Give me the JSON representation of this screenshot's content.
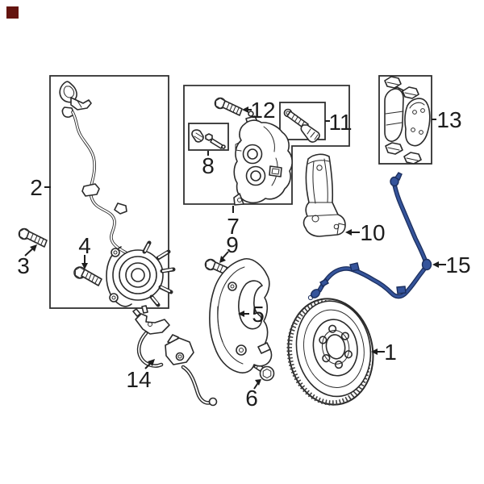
{
  "diagram": {
    "type": "exploded-parts-diagram",
    "subject": "front-disc-brake-components",
    "background_color": "#ffffff",
    "line_color": "#2a2a2a",
    "accent_wire_color": "#35549b",
    "wire_outline_color": "#1c2f5e",
    "corner_marker_color": "#64140f",
    "callouts": {
      "c1": "1",
      "c2": "2",
      "c3": "3",
      "c4": "4",
      "c5": "5",
      "c6": "6",
      "c7": "7",
      "c8": "8",
      "c9": "9",
      "c10": "10",
      "c11": "11",
      "c12": "12",
      "c13": "13",
      "c14": "14",
      "c15": "15"
    }
  }
}
